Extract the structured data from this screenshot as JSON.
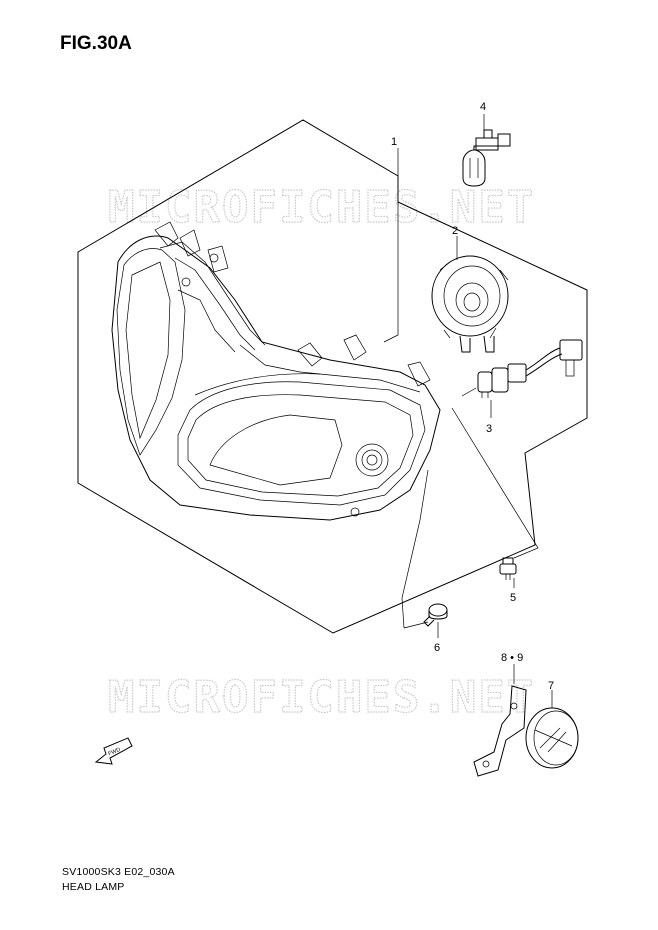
{
  "figure": {
    "title": "FIG.30A",
    "model_code": "SV1000SK3 E02_030A",
    "section_name": "HEAD LAMP"
  },
  "watermark": {
    "text": "MICROFICHES.NET"
  },
  "fwd_marker": {
    "label": "FWD"
  },
  "callouts": [
    {
      "id": "1",
      "label": "1",
      "part": "headlamp-assembly"
    },
    {
      "id": "2",
      "label": "2",
      "part": "bulb-socket-cover"
    },
    {
      "id": "3",
      "label": "3",
      "part": "socket-wire"
    },
    {
      "id": "4",
      "label": "4",
      "part": "headlamp-bulb"
    },
    {
      "id": "5",
      "label": "5",
      "part": "position-bulb"
    },
    {
      "id": "6",
      "label": "6",
      "part": "adjuster-screw"
    },
    {
      "id": "7",
      "label": "7",
      "part": "cap"
    },
    {
      "id": "8-9",
      "label": "8 • 9",
      "part": "bracket"
    }
  ]
}
